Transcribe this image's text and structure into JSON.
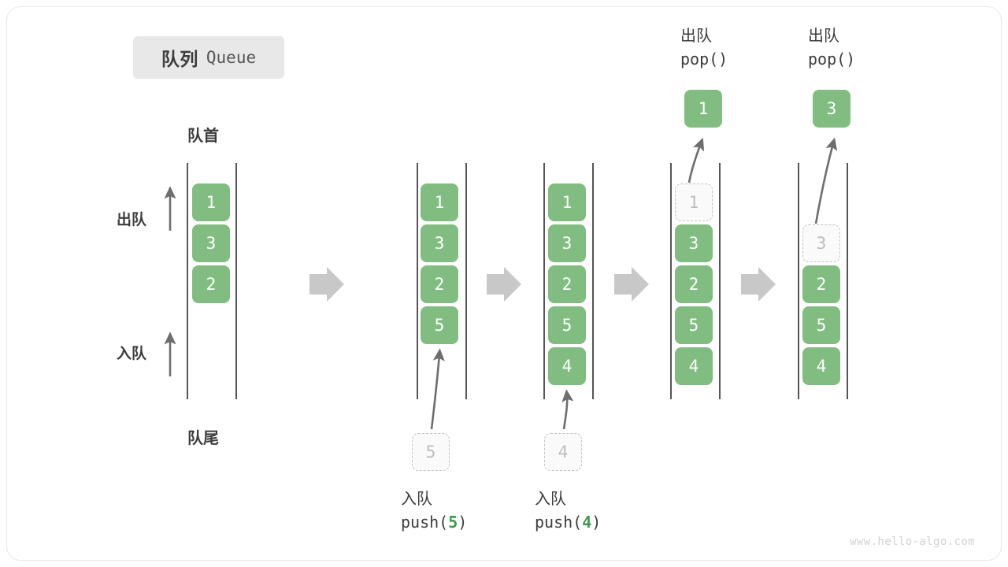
{
  "title": {
    "cn": "队列",
    "en": "Queue"
  },
  "labels": {
    "front": "队首",
    "rear": "队尾",
    "dequeue": "出队",
    "enqueue": "入队"
  },
  "watermark": "www.hello-algo.com",
  "colors": {
    "element": "#81bd81",
    "ghost_border": "#c4c4c4",
    "ghost_fill": "#fafafa",
    "ghost_text": "#bdbdbd",
    "rail": "#555555",
    "arrow": "#6e6e6e",
    "step_arrow": "#c8c8c8",
    "badge_bg": "#e8e8e8",
    "text": "#3c3c3c",
    "code_accent": "#3c9a4e"
  },
  "steps": [
    {
      "id": "initial",
      "elements": [
        "1",
        "3",
        "2"
      ],
      "ghost": null,
      "popped": null,
      "op_cn": null,
      "op_code": null
    },
    {
      "id": "push-5",
      "elements": [
        "1",
        "3",
        "2",
        "5"
      ],
      "ghost": "5",
      "popped": null,
      "op_cn": "入队",
      "op_code_prefix": "push(",
      "op_code_num": "5",
      "op_code_suffix": ")"
    },
    {
      "id": "push-4",
      "elements": [
        "1",
        "3",
        "2",
        "5",
        "4"
      ],
      "ghost": "4",
      "popped": null,
      "op_cn": "入队",
      "op_code_prefix": "push(",
      "op_code_num": "4",
      "op_code_suffix": ")"
    },
    {
      "id": "pop-1",
      "elements": [
        "3",
        "2",
        "5",
        "4"
      ],
      "ghost": "1",
      "popped": "1",
      "op_cn": "出队",
      "op_code_prefix": "pop(",
      "op_code_num": "",
      "op_code_suffix": ")"
    },
    {
      "id": "pop-3",
      "elements": [
        "2",
        "5",
        "4"
      ],
      "ghost": "3",
      "popped": "3",
      "op_cn": "出队",
      "op_code_prefix": "pop(",
      "op_code_num": "",
      "op_code_suffix": ")"
    }
  ],
  "step_arrows": [
    "arrow-1",
    "arrow-2",
    "arrow-3",
    "arrow-4"
  ]
}
